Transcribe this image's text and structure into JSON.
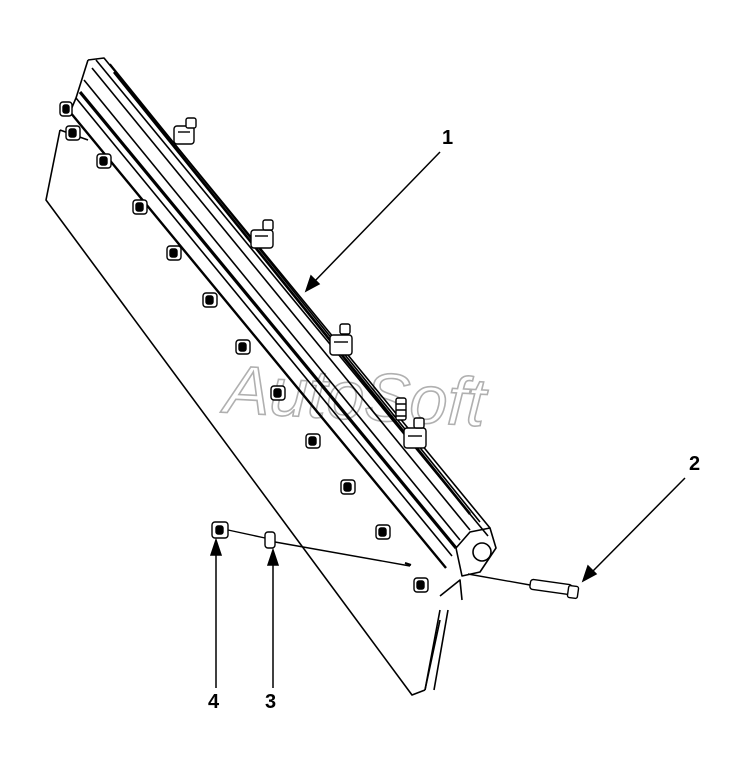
{
  "figure": {
    "callouts": [
      {
        "id": "1",
        "label": "1"
      },
      {
        "id": "2",
        "label": "2"
      },
      {
        "id": "3",
        "label": "3"
      },
      {
        "id": "4",
        "label": "4"
      }
    ],
    "watermark": "AutoSoft"
  },
  "colors": {
    "line": "#000000",
    "background": "#ffffff",
    "watermark": "#b0b0b0"
  }
}
